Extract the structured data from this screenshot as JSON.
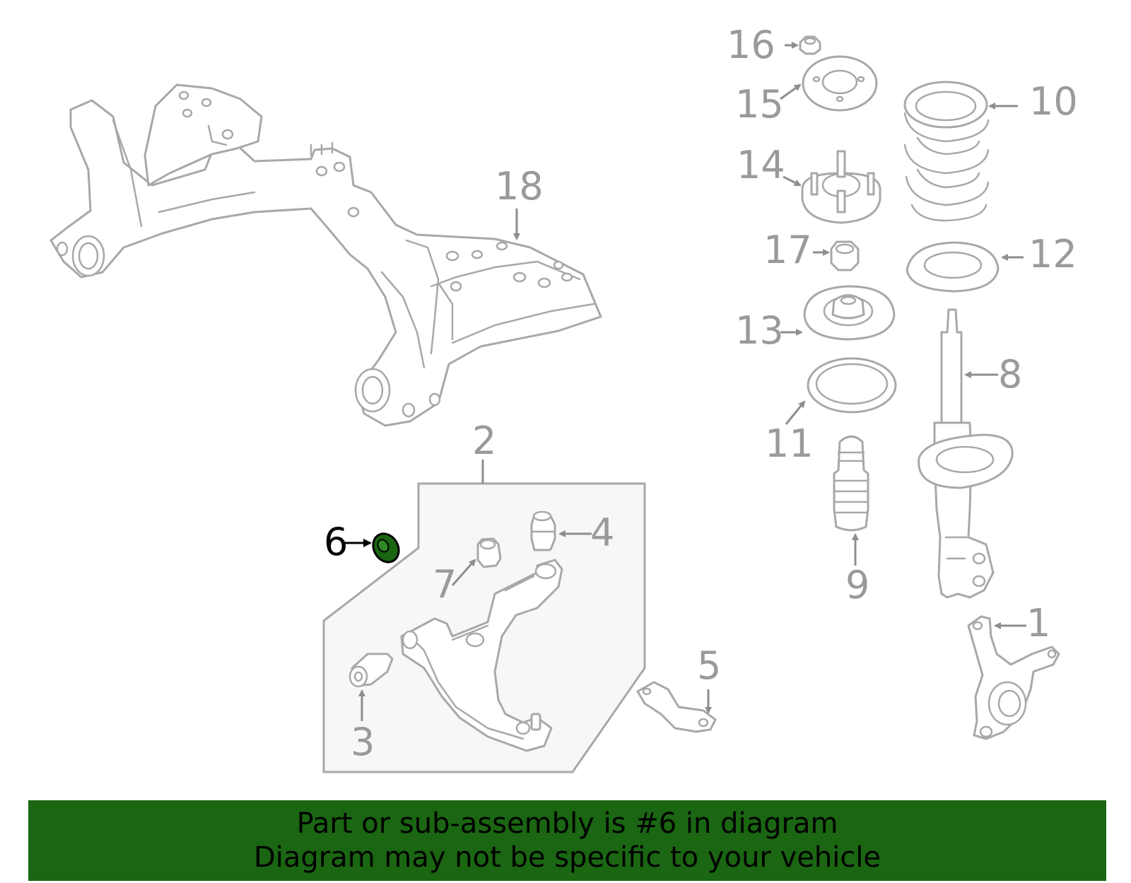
{
  "diagram": {
    "highlight_color": "#1a6612",
    "highlighted_part": "6",
    "callouts": {
      "c1": "1",
      "c2": "2",
      "c3": "3",
      "c4": "4",
      "c5": "5",
      "c6": "6",
      "c7": "7",
      "c8": "8",
      "c9": "9",
      "c10": "10",
      "c11": "11",
      "c12": "12",
      "c13": "13",
      "c14": "14",
      "c15": "15",
      "c16": "16",
      "c17": "17",
      "c18": "18"
    }
  },
  "banner": {
    "line1": "Part or sub-assembly is #6 in diagram",
    "line2": "Diagram may not be specific to your vehicle",
    "background": "#1a6612"
  }
}
